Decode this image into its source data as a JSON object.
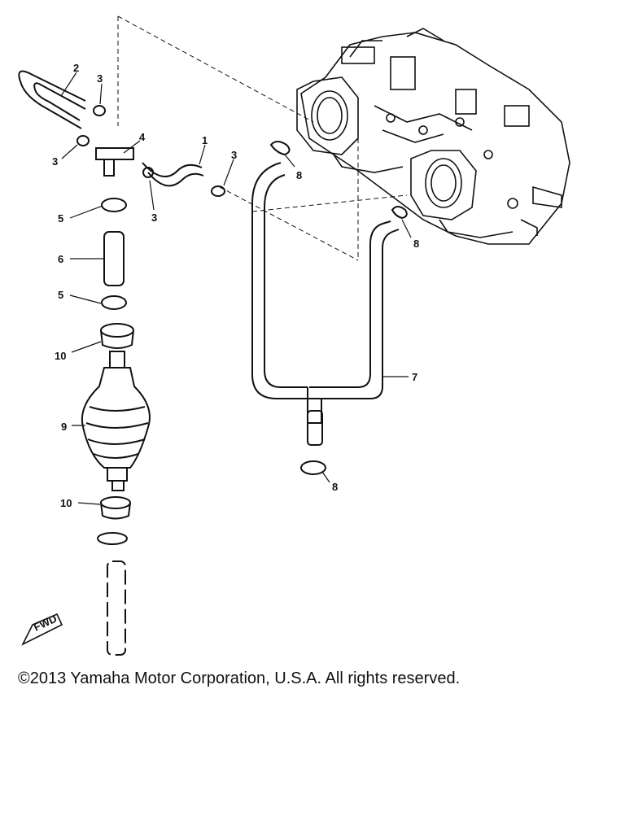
{
  "diagram": {
    "callouts": {
      "c1": "1",
      "c2": "2",
      "c3a": "3",
      "c3b": "3",
      "c3c": "3",
      "c3d": "3",
      "c4": "4",
      "c5a": "5",
      "c5b": "5",
      "c6": "6",
      "c7": "7",
      "c8a": "8",
      "c8b": "8",
      "c8c": "8",
      "c9": "9",
      "c10a": "10",
      "c10b": "10"
    },
    "fwd_label": "FWD"
  },
  "footer": {
    "copyright": "©2013 Yamaha Motor Corporation, U.S.A. All rights reserved."
  }
}
